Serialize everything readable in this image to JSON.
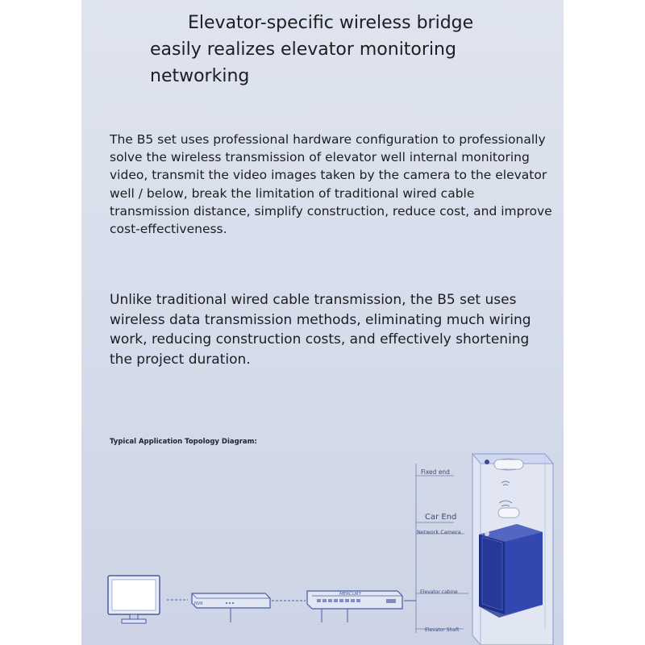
{
  "headline": {
    "line1": "Elevator-specific wireless bridge",
    "line2": "easily realizes elevator monitoring",
    "line3": "networking"
  },
  "paragraphs": {
    "p1": "The B5 set uses professional hardware configuration to professionally solve the wireless transmission of elevator well internal monitoring video, transmit the video images taken by the camera to the elevator well / below, break the limitation of traditional wired cable transmission distance, simplify construction, reduce cost, and improve cost-effectiveness.",
    "p2": "Unlike traditional wired cable transmission, the B5 set uses wireless data transmission methods, eliminating much wiring work, reducing construction costs, and effectively shortening the project duration."
  },
  "diagram": {
    "title": "Typical Application Topology Diagram:",
    "labels": {
      "fixed_end": "Fixed end",
      "car_end": "Car End",
      "network_camera": "Network Camera",
      "elevator_cabine": "Elevator cabine",
      "elevator_shaft": "Elevator Shaft",
      "nvr": "NVR",
      "switch_brand": "MERCURY"
    }
  },
  "colors": {
    "panel_bg": "#d6dcea",
    "text": "#1d1d22",
    "diagram_line": "#4a5aa6",
    "diagram_fill": "#2f3f9a"
  }
}
